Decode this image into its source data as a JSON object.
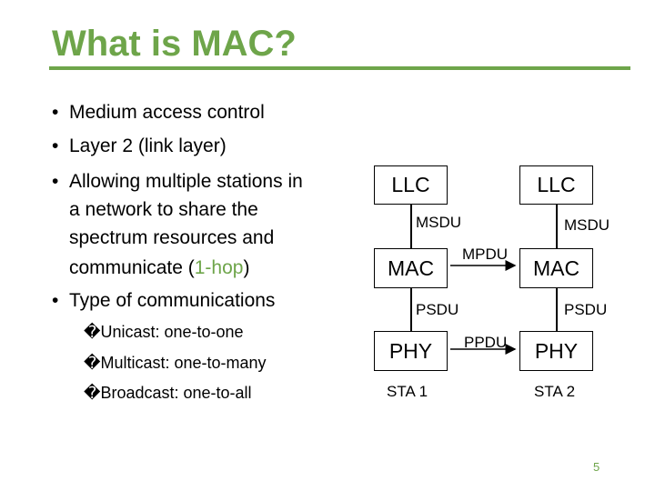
{
  "title": "What is MAC?",
  "bullets": {
    "b1": "Medium access control",
    "b2": "Layer 2 (link layer)",
    "b3_lines": [
      "Allowing multiple stations in",
      "a network to share the",
      "spectrum resources and"
    ],
    "b3_last_prefix": "communicate (",
    "b3_last_accent": "1-hop",
    "b3_last_suffix": ")",
    "b4": "Type of communications",
    "bullet_symbol": "•",
    "sub_symbol": "�",
    "subs": [
      "Unicast: one-to-one",
      "Multicast: one-to-many",
      "Broadcast: one-to-all"
    ]
  },
  "diagram": {
    "sta1": {
      "llc": "LLC",
      "mac": "MAC",
      "phy": "PHY",
      "msdu": "MSDU",
      "psdu": "PSDU",
      "name": "STA 1"
    },
    "sta2": {
      "llc": "LLC",
      "mac": "MAC",
      "phy": "PHY",
      "msdu": "MSDU",
      "psdu": "PSDU",
      "name": "STA 2"
    },
    "mpdu": "MPDU",
    "ppdu": "PPDU"
  },
  "page_number": "5",
  "colors": {
    "accent": "#6ea54a",
    "text": "#000000"
  }
}
